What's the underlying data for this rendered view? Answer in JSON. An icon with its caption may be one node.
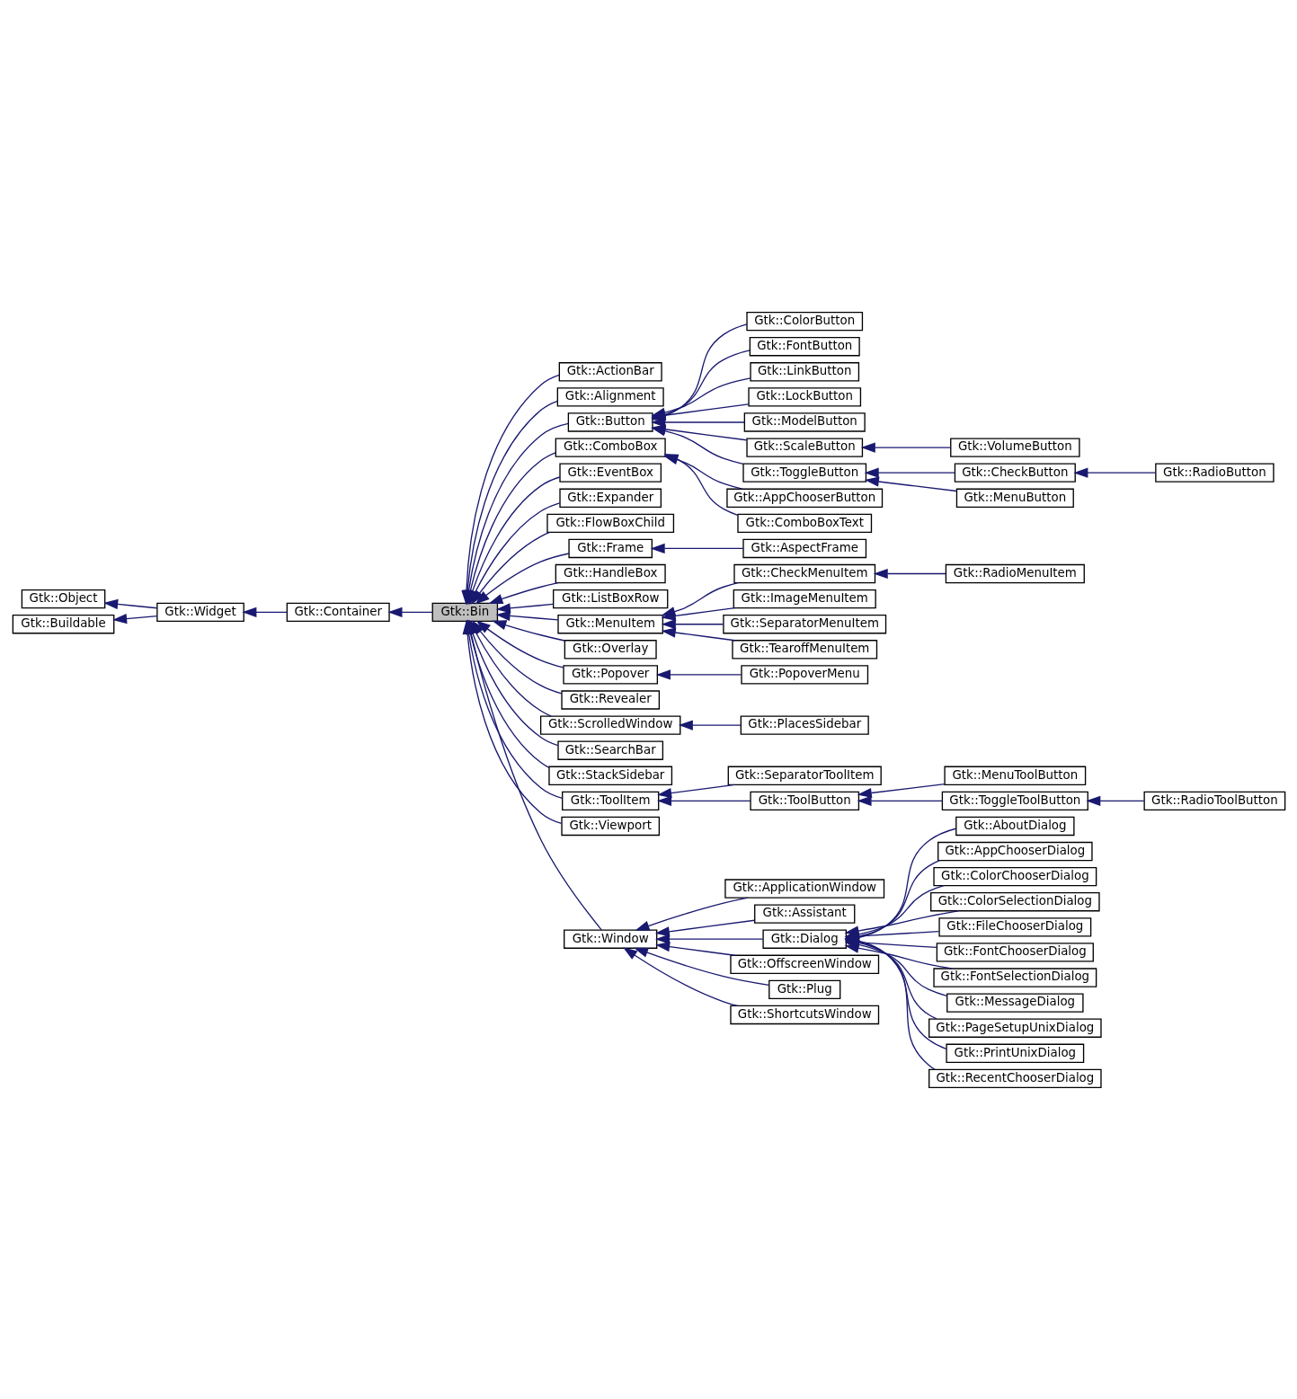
{
  "diagram": {
    "nodes": [
      {
        "text": [
          "Gtk::Object"
        ]
      },
      {
        "text": [
          "Gtk::Buildable"
        ]
      },
      {
        "text": [
          "Gtk::Widget"
        ]
      },
      {
        "text": [
          "Gtk::Container"
        ]
      },
      {
        "text": [
          "Gtk::Bin"
        ]
      },
      {
        "text": [
          "Gtk::ActionBar"
        ]
      },
      {
        "text": [
          "Gtk::Alignment"
        ]
      },
      {
        "text": [
          "Gtk::Button"
        ]
      },
      {
        "text": [
          "Gtk::ComboBox"
        ]
      },
      {
        "text": [
          "Gtk::EventBox"
        ]
      },
      {
        "text": [
          "Gtk::Expander"
        ]
      },
      {
        "text": [
          "Gtk::FlowBoxChild"
        ]
      },
      {
        "text": [
          "Gtk::Frame"
        ]
      },
      {
        "text": [
          "Gtk::HandleBox"
        ]
      },
      {
        "text": [
          "Gtk::ListBoxRow"
        ]
      },
      {
        "text": [
          "Gtk::MenuItem"
        ]
      },
      {
        "text": [
          "Gtk::Overlay"
        ]
      },
      {
        "text": [
          "Gtk::Popover"
        ]
      },
      {
        "text": [
          "Gtk::Revealer"
        ]
      },
      {
        "text": [
          "Gtk::ScrolledWindow"
        ]
      },
      {
        "text": [
          "Gtk::SearchBar"
        ]
      },
      {
        "text": [
          "Gtk::StackSidebar"
        ]
      },
      {
        "text": [
          "Gtk::ToolItem"
        ]
      },
      {
        "text": [
          "Gtk::Viewport"
        ]
      },
      {
        "text": [
          "Gtk::Window"
        ]
      },
      {
        "text": [
          "Gtk::ColorButton"
        ]
      },
      {
        "text": [
          "Gtk::FontButton"
        ]
      },
      {
        "text": [
          "Gtk::LinkButton"
        ]
      },
      {
        "text": [
          "Gtk::LockButton"
        ]
      },
      {
        "text": [
          "Gtk::ModelButton"
        ]
      },
      {
        "text": [
          "Gtk::ScaleButton"
        ]
      },
      {
        "text": [
          "Gtk::ToggleButton"
        ]
      },
      {
        "text": [
          "Gtk::AppChooserButton"
        ]
      },
      {
        "text": [
          "Gtk::ComboBoxText"
        ]
      },
      {
        "text": [
          "Gtk::AspectFrame"
        ]
      },
      {
        "text": [
          "Gtk::CheckMenuItem"
        ]
      },
      {
        "text": [
          "Gtk::ImageMenuItem"
        ]
      },
      {
        "text": [
          "Gtk::SeparatorMenuItem"
        ]
      },
      {
        "text": [
          "Gtk::TearoffMenuItem"
        ]
      },
      {
        "text": [
          "Gtk::PopoverMenu"
        ]
      },
      {
        "text": [
          "Gtk::PlacesSidebar"
        ]
      },
      {
        "text": [
          "Gtk::SeparatorToolItem"
        ]
      },
      {
        "text": [
          "Gtk::ToolButton"
        ]
      },
      {
        "text": [
          "Gtk::ApplicationWindow"
        ]
      },
      {
        "text": [
          "Gtk::Assistant"
        ]
      },
      {
        "text": [
          "Gtk::Dialog"
        ]
      },
      {
        "text": [
          "Gtk::OffscreenWindow"
        ]
      },
      {
        "text": [
          "Gtk::Plug"
        ]
      },
      {
        "text": [
          "Gtk::ShortcutsWindow"
        ]
      },
      {
        "text": [
          "Gtk::VolumeButton"
        ]
      },
      {
        "text": [
          "Gtk::CheckButton"
        ]
      },
      {
        "text": [
          "Gtk::MenuButton"
        ]
      },
      {
        "text": [
          "Gtk::RadioMenuItem"
        ]
      },
      {
        "text": [
          "Gtk::MenuToolButton"
        ]
      },
      {
        "text": [
          "Gtk::ToggleToolButton"
        ]
      },
      {
        "text": [
          "Gtk::AboutDialog"
        ]
      },
      {
        "text": [
          "Gtk::AppChooserDialog"
        ]
      },
      {
        "text": [
          "Gtk::ColorChooserDialog"
        ]
      },
      {
        "text": [
          "Gtk::ColorSelectionDialog"
        ]
      },
      {
        "text": [
          "Gtk::FileChooserDialog"
        ]
      },
      {
        "text": [
          "Gtk::FontChooserDialog"
        ]
      },
      {
        "text": [
          "Gtk::FontSelectionDialog"
        ]
      },
      {
        "text": [
          "Gtk::MessageDialog"
        ]
      },
      {
        "text": [
          "Gtk::PageSetupUnixDialog"
        ]
      },
      {
        "text": [
          "Gtk::PrintUnixDialog"
        ]
      },
      {
        "text": [
          "Gtk::RecentChooserDialog"
        ]
      },
      {
        "text": [
          "Gtk::RadioButton"
        ]
      },
      {
        "text": [
          "Gtk::RadioToolButton"
        ]
      }
    ],
    "edges": [
      {
        "from": 2,
        "to": 0,
        "arrow": "to"
      },
      {
        "from": 2,
        "to": 1,
        "arrow": "to"
      },
      {
        "from": 3,
        "to": 2,
        "arrow": "to"
      },
      {
        "from": 4,
        "to": 3,
        "arrow": "to"
      },
      {
        "from": 5,
        "to": 4,
        "arrow": "to"
      },
      {
        "from": 6,
        "to": 4,
        "arrow": "to"
      },
      {
        "from": 7,
        "to": 4,
        "arrow": "to"
      },
      {
        "from": 8,
        "to": 4,
        "arrow": "to"
      },
      {
        "from": 9,
        "to": 4,
        "arrow": "to"
      },
      {
        "from": 10,
        "to": 4,
        "arrow": "to"
      },
      {
        "from": 11,
        "to": 4,
        "arrow": "to"
      },
      {
        "from": 12,
        "to": 4,
        "arrow": "to"
      },
      {
        "from": 13,
        "to": 4,
        "arrow": "to"
      },
      {
        "from": 14,
        "to": 4,
        "arrow": "to"
      },
      {
        "from": 15,
        "to": 4,
        "arrow": "to"
      },
      {
        "from": 16,
        "to": 4,
        "arrow": "to"
      },
      {
        "from": 17,
        "to": 4,
        "arrow": "to"
      },
      {
        "from": 18,
        "to": 4,
        "arrow": "to"
      },
      {
        "from": 19,
        "to": 4,
        "arrow": "to"
      },
      {
        "from": 20,
        "to": 4,
        "arrow": "to"
      },
      {
        "from": 21,
        "to": 4,
        "arrow": "to"
      },
      {
        "from": 22,
        "to": 4,
        "arrow": "to"
      },
      {
        "from": 23,
        "to": 4,
        "arrow": "to"
      },
      {
        "from": 24,
        "to": 4,
        "arrow": "to"
      },
      {
        "from": 25,
        "to": 7,
        "arrow": "to"
      },
      {
        "from": 26,
        "to": 7,
        "arrow": "to"
      },
      {
        "from": 27,
        "to": 7,
        "arrow": "to"
      },
      {
        "from": 28,
        "to": 7,
        "arrow": "to"
      },
      {
        "from": 29,
        "to": 7,
        "arrow": "to"
      },
      {
        "from": 30,
        "to": 7,
        "arrow": "to"
      },
      {
        "from": 31,
        "to": 7,
        "arrow": "to"
      },
      {
        "from": 32,
        "to": 8,
        "arrow": "to"
      },
      {
        "from": 33,
        "to": 8,
        "arrow": "to"
      },
      {
        "from": 34,
        "to": 12,
        "arrow": "to"
      },
      {
        "from": 35,
        "to": 15,
        "arrow": "to"
      },
      {
        "from": 36,
        "to": 15,
        "arrow": "to"
      },
      {
        "from": 37,
        "to": 15,
        "arrow": "to"
      },
      {
        "from": 38,
        "to": 15,
        "arrow": "to"
      },
      {
        "from": 39,
        "to": 17,
        "arrow": "to"
      },
      {
        "from": 40,
        "to": 19,
        "arrow": "to"
      },
      {
        "from": 41,
        "to": 22,
        "arrow": "to"
      },
      {
        "from": 42,
        "to": 22,
        "arrow": "to"
      },
      {
        "from": 43,
        "to": 24,
        "arrow": "to"
      },
      {
        "from": 44,
        "to": 24,
        "arrow": "to"
      },
      {
        "from": 45,
        "to": 24,
        "arrow": "to"
      },
      {
        "from": 46,
        "to": 24,
        "arrow": "to"
      },
      {
        "from": 47,
        "to": 24,
        "arrow": "to"
      },
      {
        "from": 48,
        "to": 24,
        "arrow": "to"
      },
      {
        "from": 49,
        "to": 30,
        "arrow": "to"
      },
      {
        "from": 50,
        "to": 31,
        "arrow": "to"
      },
      {
        "from": 51,
        "to": 31,
        "arrow": "to"
      },
      {
        "from": 52,
        "to": 35,
        "arrow": "to"
      },
      {
        "from": 53,
        "to": 42,
        "arrow": "to"
      },
      {
        "from": 54,
        "to": 42,
        "arrow": "to"
      },
      {
        "from": 55,
        "to": 45,
        "arrow": "to"
      },
      {
        "from": 56,
        "to": 45,
        "arrow": "to"
      },
      {
        "from": 57,
        "to": 45,
        "arrow": "to"
      },
      {
        "from": 58,
        "to": 45,
        "arrow": "to"
      },
      {
        "from": 59,
        "to": 45,
        "arrow": "to"
      },
      {
        "from": 60,
        "to": 45,
        "arrow": "to"
      },
      {
        "from": 61,
        "to": 45,
        "arrow": "to"
      },
      {
        "from": 62,
        "to": 45,
        "arrow": "to"
      },
      {
        "from": 63,
        "to": 45,
        "arrow": "to"
      },
      {
        "from": 64,
        "to": 45,
        "arrow": "to"
      },
      {
        "from": 65,
        "to": 45,
        "arrow": "to"
      },
      {
        "from": 66,
        "to": 50,
        "arrow": "to"
      },
      {
        "from": 67,
        "to": 54,
        "arrow": "to"
      }
    ]
  }
}
